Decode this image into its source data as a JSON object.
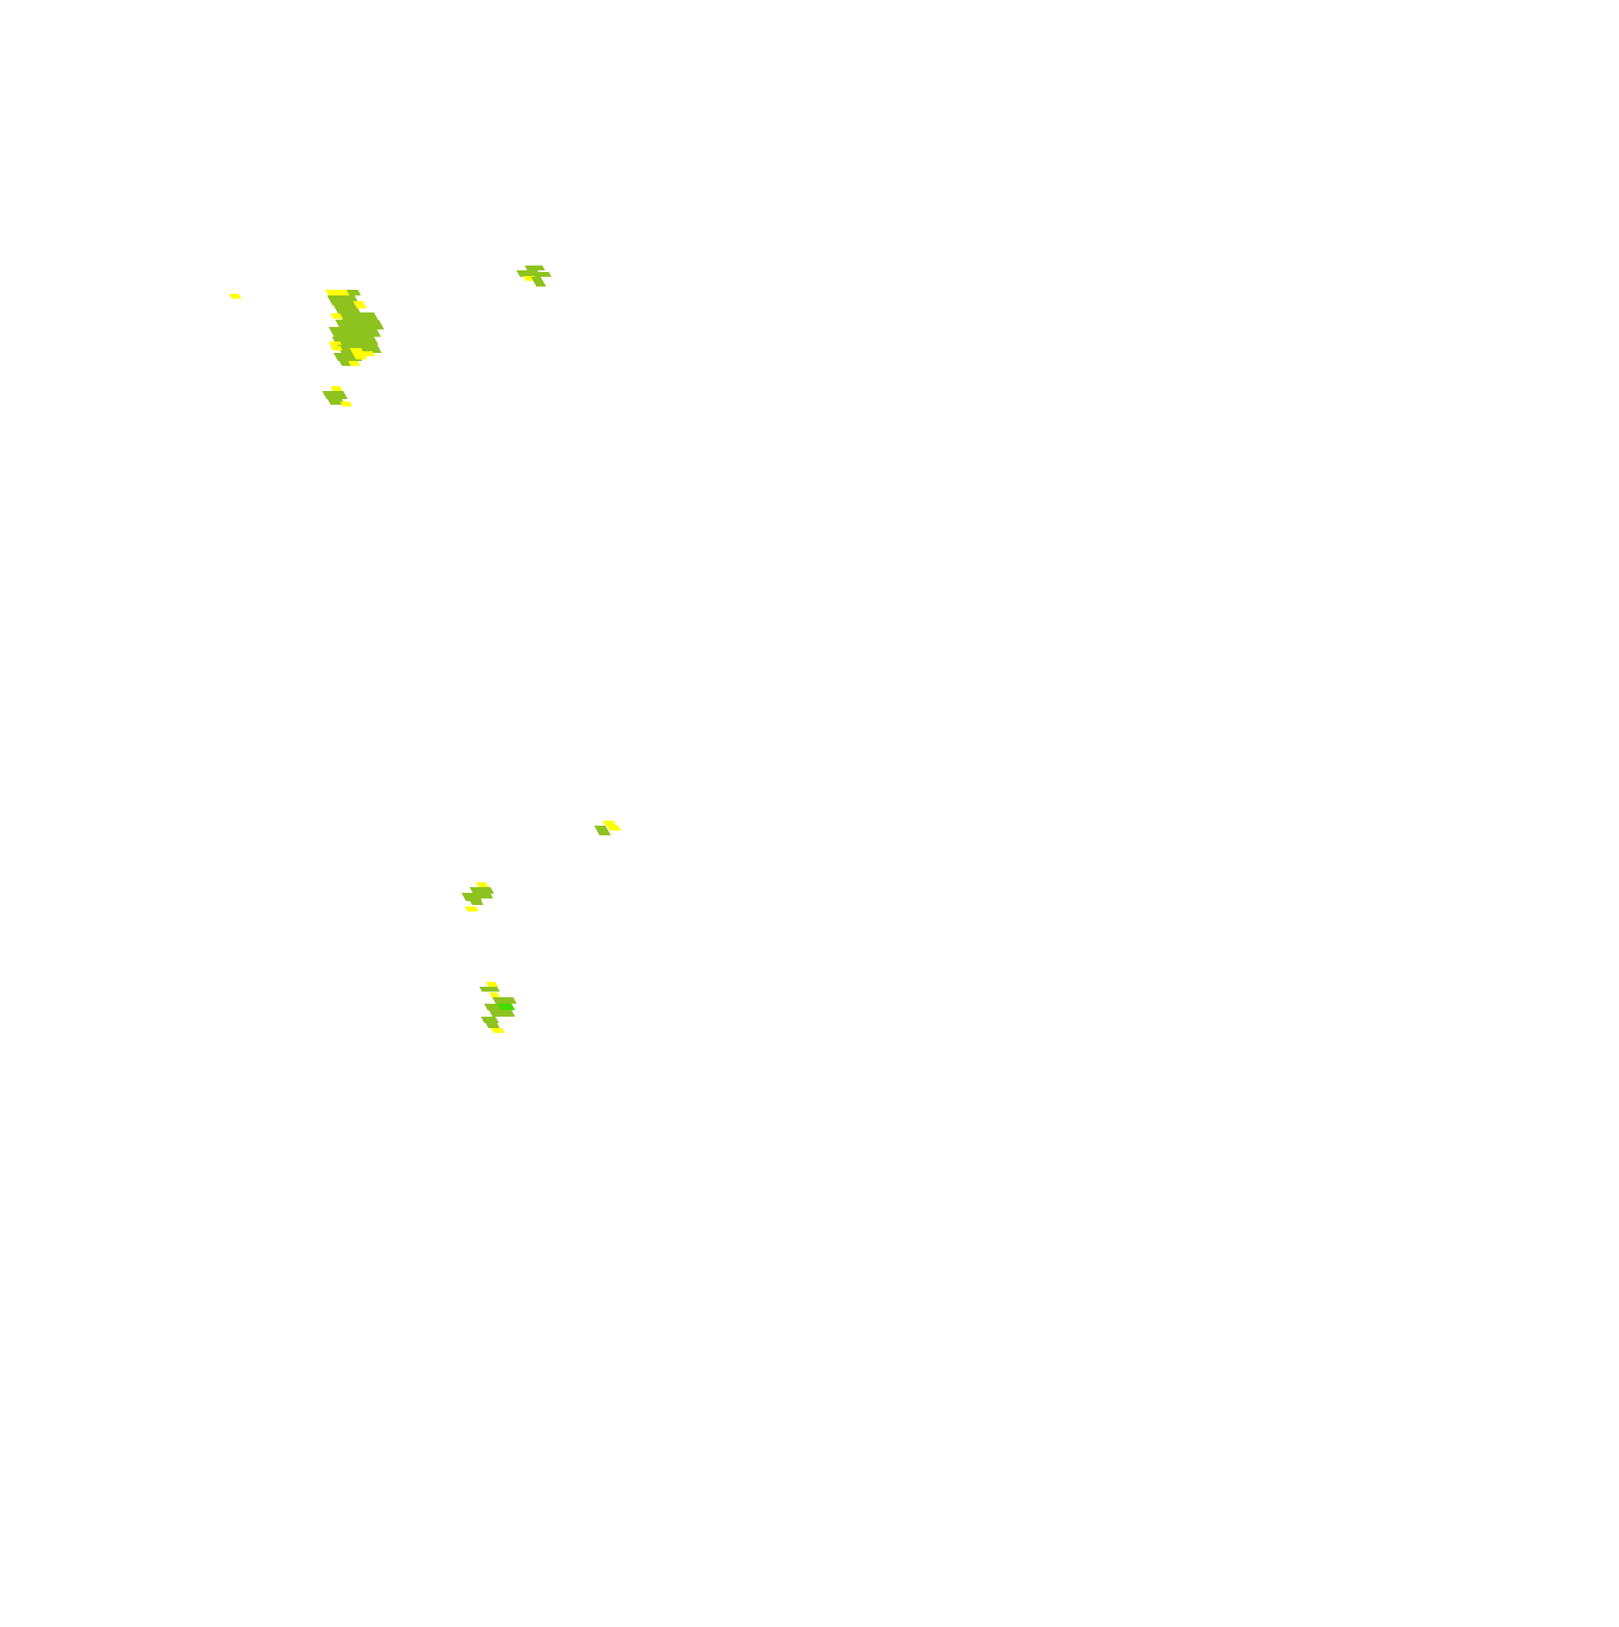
{
  "map": {
    "background_color": "#ffffff",
    "legend_colors": {
      "yellow": "#ffff00",
      "olive_green": "#8dc21f",
      "bright_green": "#44dd00"
    },
    "clusters": [
      {
        "name": "cluster-far-northwest-speck",
        "color_key": "yellow"
      },
      {
        "name": "cluster-northwest-main",
        "color_key": "olive_green"
      },
      {
        "name": "cluster-northwest-south-fragment",
        "color_key": "olive_green"
      },
      {
        "name": "cluster-north-central",
        "color_key": "olive_green"
      },
      {
        "name": "cluster-central-east",
        "color_key": "olive_green"
      },
      {
        "name": "cluster-south-west",
        "color_key": "olive_green"
      },
      {
        "name": "cluster-south-central",
        "color_key": "olive_green"
      }
    ]
  }
}
